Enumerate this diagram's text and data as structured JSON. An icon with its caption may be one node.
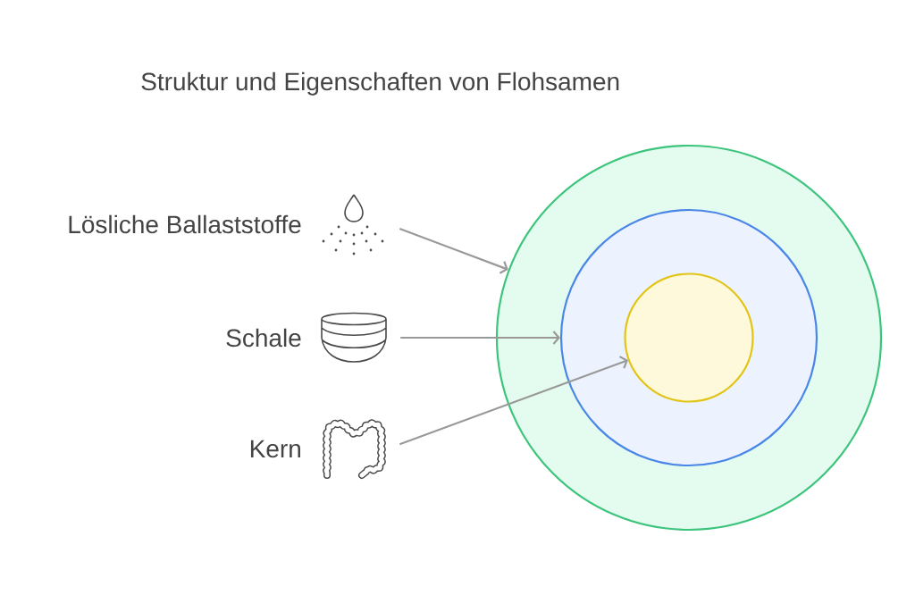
{
  "diagram": {
    "title": "Struktur und Eigenschaften von Flohsamen",
    "nodes": [
      {
        "text": [
          "Lösliche Ballaststoffe"
        ]
      },
      {
        "text": [
          "Schale"
        ]
      },
      {
        "text": [
          "Kern"
        ]
      },
      {
        "text": [],
        "shape": "circle"
      },
      {
        "text": [],
        "shape": "circle",
        "in": 3
      },
      {
        "text": [],
        "shape": "circle",
        "in": 4
      }
    ],
    "edges": [
      {
        "from": 0,
        "to": 3,
        "arrow": "to"
      },
      {
        "from": 1,
        "to": 4,
        "arrow": "to"
      },
      {
        "from": 2,
        "to": 5,
        "arrow": "to"
      }
    ]
  }
}
